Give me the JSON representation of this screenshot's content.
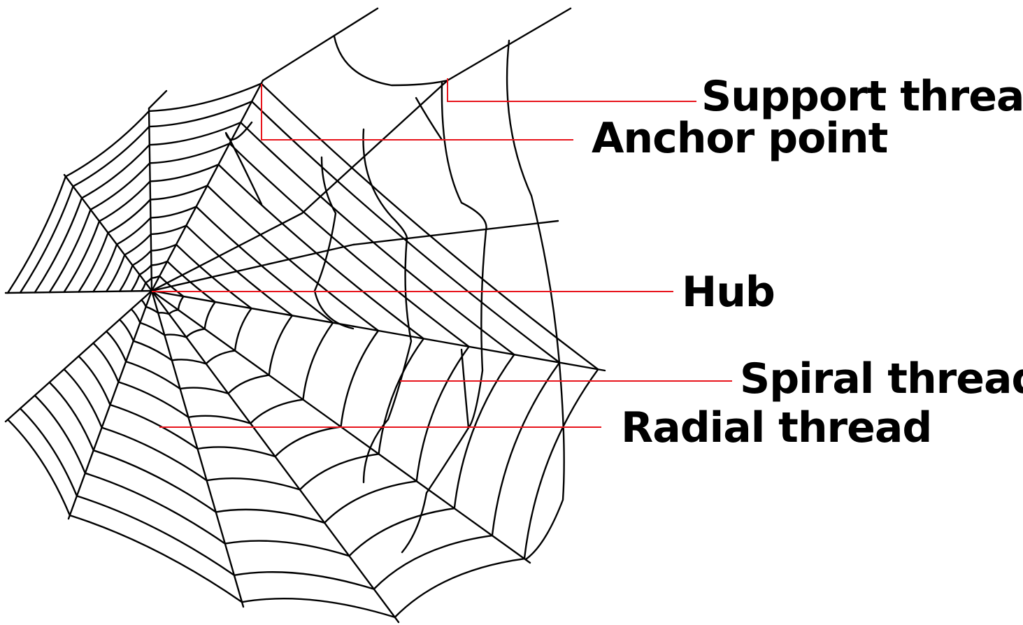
{
  "labels": {
    "support_thread": "Support thread",
    "anchor_point": "Anchor point",
    "hub": "Hub",
    "spiral_thread": "Spiral thread",
    "radial_thread": "Radial thread"
  },
  "colors": {
    "web": "#000000",
    "leader": "#e8141c",
    "label": "#000000"
  }
}
